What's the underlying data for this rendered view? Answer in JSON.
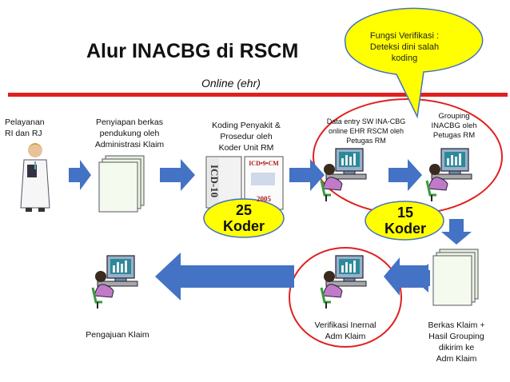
{
  "title": "Alur INACBG di RSCM",
  "online_label": "Online (ehr)",
  "callout": {
    "line1": "Fungsi Verifikasi :",
    "line2": "Deteksi dini salah",
    "line3": "koding"
  },
  "steps": {
    "pelayanan": [
      "Pelayanan",
      "RI dan RJ"
    ],
    "penyiapan": [
      "Penyiapan berkas",
      "pendukung oleh",
      "Administrasi Klaim"
    ],
    "koding": [
      "Koding Penyakit &",
      "Prosedur oleh",
      "Koder Unit RM"
    ],
    "data_entry": [
      "Data entry SW INA-CBG",
      "online EHR RSCM oleh",
      "Petugas RM"
    ],
    "grouping": [
      "Grouping",
      "INACBG oleh",
      "Petugas RM"
    ],
    "berkas_klaim": [
      "Berkas Klaim +",
      "Hasil Grouping",
      "dikirim ke",
      "Adm Klaim"
    ],
    "verifikasi": [
      "Verifikasi Inernal",
      "Adm Klaim"
    ],
    "pengajuan": [
      "Pengajuan Klaim"
    ]
  },
  "koder_badges": [
    {
      "number": "25",
      "label": "Koder"
    },
    {
      "number": "15",
      "label": "Koder"
    }
  ],
  "book_labels": {
    "icd10": "ICD-10",
    "icd9": "ICD•9•CM",
    "year": "2005"
  },
  "colors": {
    "arrow": "#4472c4",
    "accent_red": "#e02020",
    "badge_fill": "#ffff00",
    "callout_fill": "#ffff00"
  }
}
